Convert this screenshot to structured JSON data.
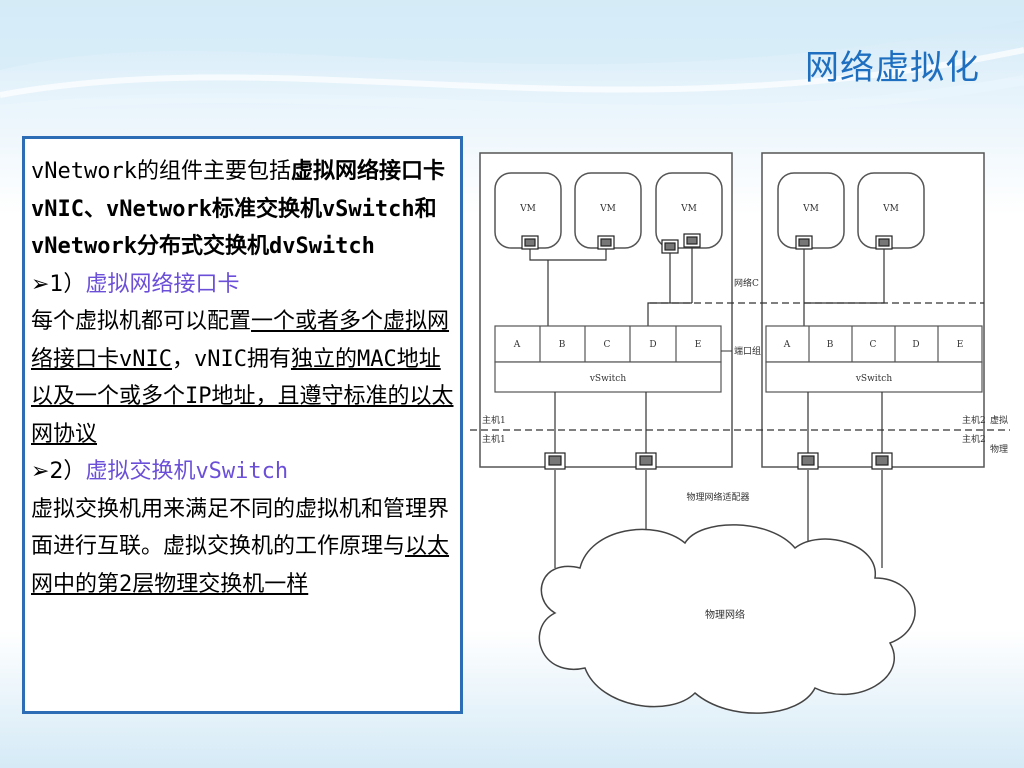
{
  "title": "网络虚拟化",
  "intro": {
    "lead": "vNetwork的组件主要包括",
    "bold": "虚拟网络接口卡vNIC、vNetwork标准交换机vSwitch和vNetwork分布式交换机dvSwitch"
  },
  "section1": {
    "bullet": "➢",
    "num": "1）",
    "heading": "虚拟网络接口卡",
    "body_plain1": "每个虚拟机都可以配置",
    "body_u1": "一个或者多个虚拟网络接口卡vNIC",
    "body_plain2": "，vNIC拥有",
    "body_u2": "独立的MAC地址以及一个或多个IP地址，且遵守标准的以太网协议"
  },
  "section2": {
    "bullet": "➢",
    "num": "2）",
    "heading": "虚拟交换机vSwitch",
    "body_plain": "虚拟交换机用来满足不同的虚拟机和管理界面进行互联。虚拟交换机的工作原理与",
    "body_u": "以太网中的第2层物理交换机一样"
  },
  "diagram": {
    "vm_label": "VM",
    "ports": [
      "A",
      "B",
      "C",
      "D",
      "E"
    ],
    "vswitch_label": "vSwitch",
    "network_label": "网络C",
    "portgroup_label": "端口组",
    "host1_label": "主机1",
    "host2_label": "主机2",
    "virtual_label": "虚拟",
    "physical_label": "物理",
    "adapter_label": "物理网络适配器",
    "cloud_label": "物理网络"
  }
}
